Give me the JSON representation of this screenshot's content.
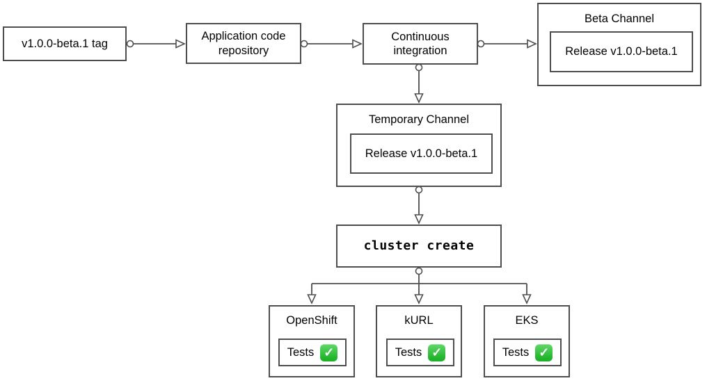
{
  "nodes": {
    "tag": {
      "label": "v1.0.0-beta.1 tag"
    },
    "repo": {
      "label": "Application code repository"
    },
    "ci": {
      "label": "Continuous integration"
    },
    "beta_channel": {
      "title": "Beta Channel",
      "release": "Release v1.0.0-beta.1"
    },
    "temp_channel": {
      "title": "Temporary Channel",
      "release": "Release v1.0.0-beta.1"
    },
    "cluster_create": {
      "label": "cluster create"
    },
    "openshift": {
      "title": "OpenShift",
      "tests_label": "Tests"
    },
    "kurl": {
      "title": "kURL",
      "tests_label": "Tests"
    },
    "eks": {
      "title": "EKS",
      "tests_label": "Tests"
    }
  },
  "icons": {
    "check_glyph": "✓",
    "check_name": "check-mark-button"
  },
  "edges": [
    {
      "from": "tag",
      "to": "repo"
    },
    {
      "from": "repo",
      "to": "ci"
    },
    {
      "from": "ci",
      "to": "beta_channel"
    },
    {
      "from": "ci",
      "to": "temp_channel"
    },
    {
      "from": "temp_channel",
      "to": "cluster_create"
    },
    {
      "from": "cluster_create",
      "to": "openshift"
    },
    {
      "from": "cluster_create",
      "to": "kurl"
    },
    {
      "from": "cluster_create",
      "to": "eks"
    }
  ],
  "colors": {
    "border": "#4d4d4d",
    "background": "#ffffff",
    "text": "#000000",
    "check_green": "#1fb32a"
  }
}
